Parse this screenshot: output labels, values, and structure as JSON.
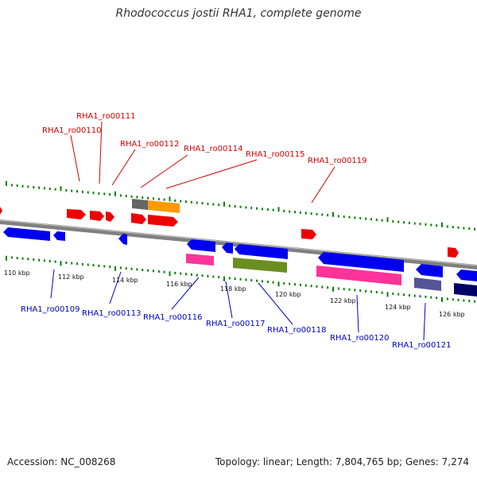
{
  "title": "Rhodococcus jostii RHA1, complete genome",
  "footer": {
    "accession": "Accession: NC_008268",
    "summary": "Topology: linear; Length: 7,804,765 bp; Genes: 7,274"
  },
  "colors": {
    "forward_gene": "#ee0000",
    "reverse_gene": "#0000ee",
    "backbone": "#808080",
    "tick": "#008000",
    "label_top": "#d40000",
    "label_bottom": "#0000c8",
    "magenta": "#ff3399",
    "olive": "#6b8e23",
    "orange": "#ff9900",
    "slate": "#555599",
    "navy": "#000066",
    "gray_block": "#666666"
  },
  "kbp_labels": [
    "110 kbp",
    "112 kbp",
    "114 kbp",
    "116 kbp",
    "118 kbp",
    "120 kbp",
    "122 kbp",
    "124 kbp",
    "126 kbp"
  ],
  "top_labels": [
    "RHA1_ro00110",
    "RHA1_ro00111",
    "RHA1_ro00112",
    "RHA1_ro00114",
    "RHA1_ro00115",
    "RHA1_ro00119"
  ],
  "bottom_labels": [
    "RHA1_ro00109",
    "RHA1_ro00113",
    "RHA1_ro00116",
    "RHA1_ro00117",
    "RHA1_ro00118",
    "RHA1_ro00120",
    "RHA1_ro00121"
  ]
}
